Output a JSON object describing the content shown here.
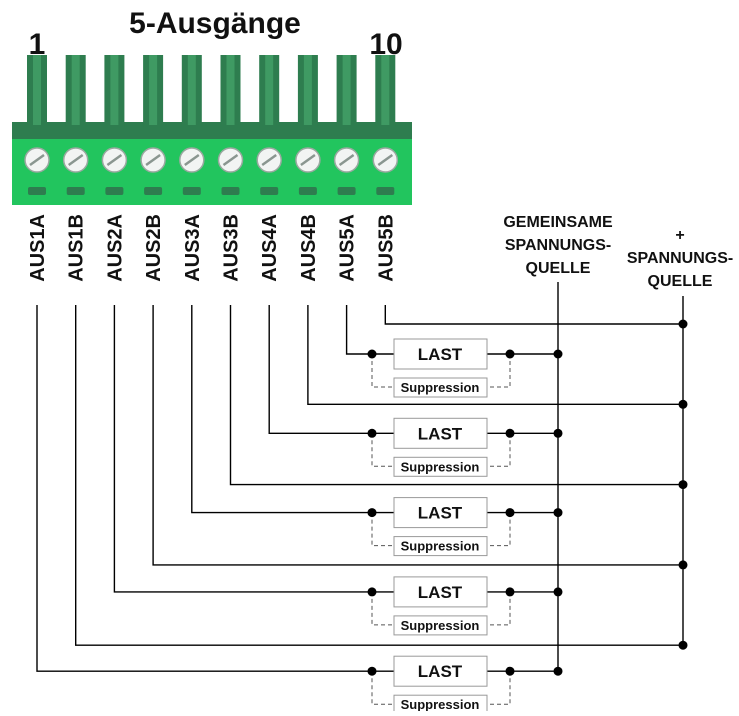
{
  "title": "5-Ausgänge",
  "pin_first": "1",
  "pin_last": "10",
  "terminals": [
    "AUS1A",
    "AUS1B",
    "AUS2A",
    "AUS2B",
    "AUS3A",
    "AUS3B",
    "AUS4A",
    "AUS4B",
    "AUS5A",
    "AUS5B"
  ],
  "common_source": {
    "line1": "GEMEINSAME",
    "line2": "SPANNUNGS-",
    "line3": "QUELLE"
  },
  "plus_source": {
    "line1": "+",
    "line2": "SPANNUNGS-",
    "line3": "QUELLE"
  },
  "load_label": "LAST",
  "suppression_label": "Suppression",
  "colors": {
    "connector_dark": "#2e7d4f",
    "connector_bright": "#22c55e",
    "wire": "#000000"
  }
}
